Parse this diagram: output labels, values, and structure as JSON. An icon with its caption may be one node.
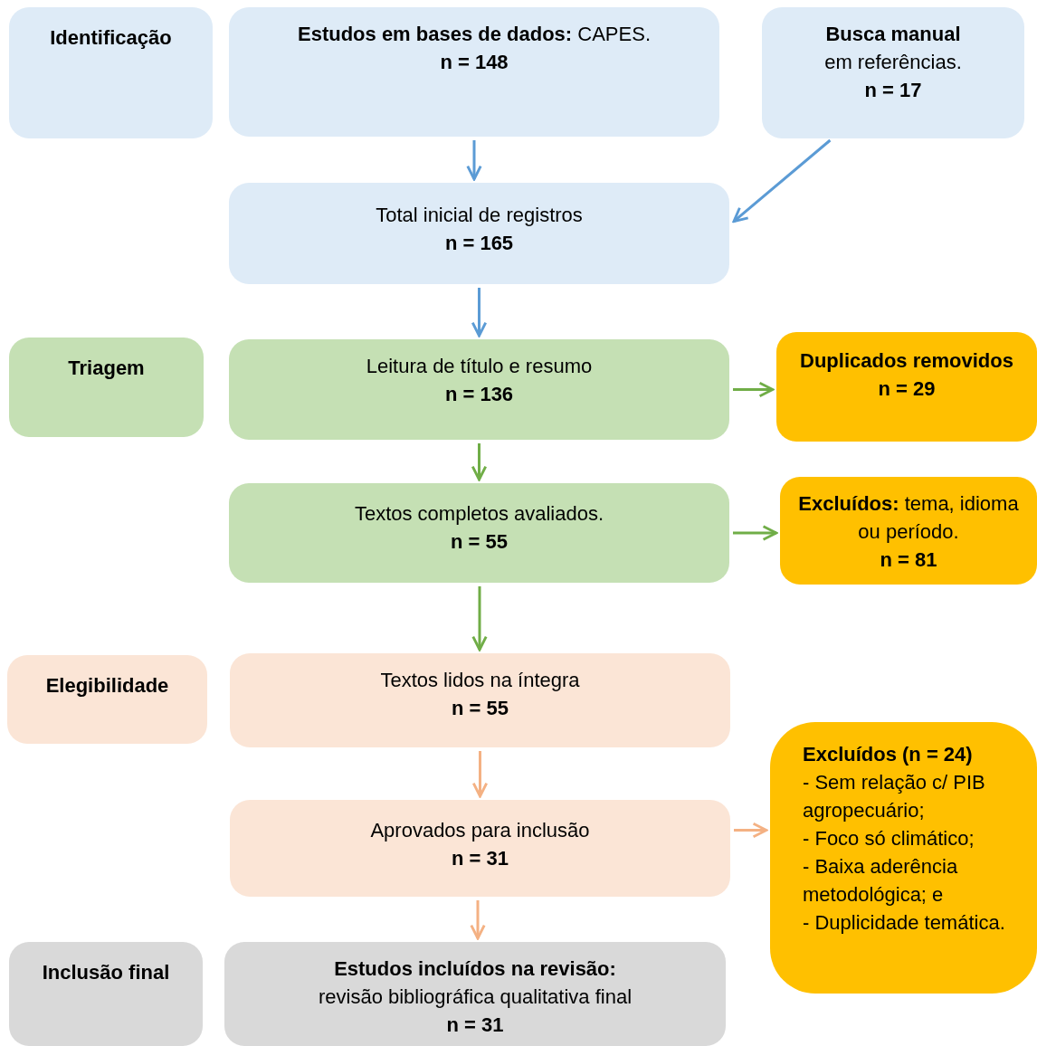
{
  "diagram": {
    "nodes": [
      {
        "text": [
          "Identificação"
        ]
      },
      {
        "text": [
          "**Estudos em bases de dados:** CAPES.",
          "n = 148"
        ]
      },
      {
        "text": [
          "Busca manual",
          "em referências.",
          "n = 17"
        ]
      },
      {
        "text": [
          "Total inicial de registros",
          "n = 165"
        ]
      },
      {
        "text": [
          "Triagem"
        ]
      },
      {
        "text": [
          "Leitura de título e resumo",
          "n = 136"
        ]
      },
      {
        "text": [
          "Duplicados removidos",
          "n = 29"
        ]
      },
      {
        "text": [
          "Textos completos avaliados.",
          "n = 55"
        ]
      },
      {
        "text": [
          "**Excluídos:** tema, idioma ou período.",
          "n = 81"
        ]
      },
      {
        "text": [
          "Elegibilidade"
        ]
      },
      {
        "text": [
          "Textos lidos na íntegra",
          "n = 55"
        ]
      },
      {
        "text": [
          "Aprovados para inclusão",
          "n = 31"
        ]
      },
      {
        "text": [
          "Excluídos (n = 24)",
          "- Sem relação c/ PIB agropecuário;",
          "- Foco só climático;",
          "- Baixa aderência metodológica; e",
          "- Duplicidade temática."
        ]
      },
      {
        "text": [
          "Inclusão final"
        ]
      },
      {
        "text": [
          "Estudos incluídos na revisão:",
          "revisão bibliográfica qualitativa final",
          "n = 31"
        ]
      }
    ],
    "edges": [
      {
        "from": 1,
        "to": 3,
        "arrow": "to",
        "color": "#5b9bd5"
      },
      {
        "from": 2,
        "to": 3,
        "arrow": "to",
        "color": "#5b9bd5"
      },
      {
        "from": 3,
        "to": 5,
        "arrow": "to",
        "color": "#5b9bd5"
      },
      {
        "from": 5,
        "to": 6,
        "arrow": "to",
        "color": "#70ad47"
      },
      {
        "from": 5,
        "to": 7,
        "arrow": "to",
        "color": "#70ad47"
      },
      {
        "from": 7,
        "to": 8,
        "arrow": "to",
        "color": "#70ad47"
      },
      {
        "from": 7,
        "to": 10,
        "arrow": "to",
        "color": "#70ad47"
      },
      {
        "from": 10,
        "to": 11,
        "arrow": "to",
        "color": "#f4b183"
      },
      {
        "from": 11,
        "to": 12,
        "arrow": "to",
        "color": "#f4b183"
      },
      {
        "from": 11,
        "to": 14,
        "arrow": "to",
        "color": "#f4b183"
      }
    ]
  }
}
